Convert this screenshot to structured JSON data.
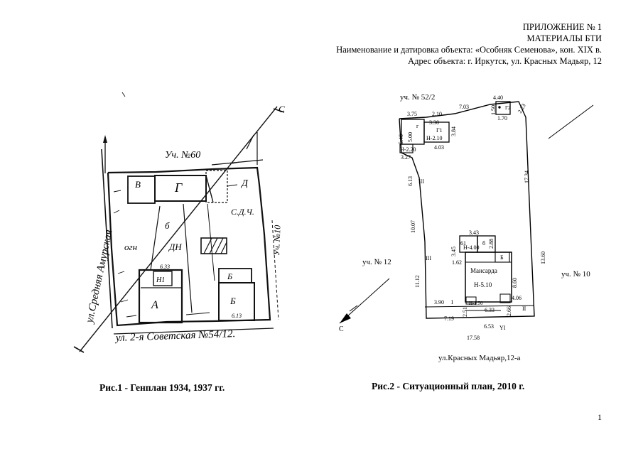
{
  "header": {
    "line1": "ПРИЛОЖЕНИЕ № 1",
    "line2": "МАТЕРИАЛЫ БТИ",
    "line3": "Наименование и датировка объекта: «Особняк Семенова», кон. XIX в.",
    "line4": "Адрес объекта: г. Иркутск, ул. Красных Мадьяр, 12"
  },
  "fig1": {
    "caption": "Рис.1 - Генплан 1934, 1937 гг.",
    "labels": {
      "top_plot": "Уч. №60",
      "street_left": "ул.Средняя Амурская",
      "street_bottom": "ул. 2-я Советская №54/12.",
      "plot_right": "Уч. №10",
      "v": "В",
      "g": "Г",
      "d": "Д",
      "b_small": "б",
      "ogn": "огн",
      "dn": "ДН",
      "sad": "С.Д.Ч.",
      "a": "А",
      "h1": "Н1",
      "b_upper": "Б",
      "b_lower": "Б",
      "dim_top": "6.33",
      "dim_bottom": "6.13",
      "north": "С"
    }
  },
  "fig2": {
    "caption": "Рис.2 - Ситуационный план, 2010 г.",
    "labels": {
      "plot_top": "уч. № 52/2",
      "plot_left": "уч. № 12",
      "plot_right": "уч. № 10",
      "street_bottom": "ул.Красных Мадьяр,12-а",
      "north": "С",
      "mansard": "Мансарда",
      "h510": "Н-5.10",
      "h400": "Н-4.00",
      "h210": "Н-2.10",
      "h220": "Н-2.20",
      "h150": "Н-1.50",
      "g": "г",
      "g1": "Г1",
      "g2": "Г2",
      "b_small": "б",
      "b_big": "Б",
      "roman_iii_a": "III",
      "roman_iii_b": "III",
      "roman_i": "I",
      "roman_ii": "II",
      "roman_vi": "YI",
      "d440": "4.40",
      "d703": "7.03",
      "d375": "3.75",
      "d210": "2.10",
      "d330": "3.30",
      "d150": "1.50",
      "d170": "1.70",
      "d500": "5.00",
      "d384": "3.84",
      "d540": "5.40",
      "d403": "4.03",
      "d327": "3.27",
      "d613": "6.13",
      "d1734": "17.34",
      "d1007": "10.07",
      "d343": "3.43",
      "d345": "3.45",
      "d61": "61",
      "d288": "2.88",
      "d162": "1.62",
      "d860": "8.60",
      "d1360": "13.60",
      "d1112": "11.12",
      "d390": "3.90",
      "d406": "4.06",
      "d633": "6.33",
      "d251": "2.51",
      "d266": "2.66",
      "d719": "7.19",
      "d653": "6.53",
      "d1758": "17.58",
      "d223": "2.23"
    }
  },
  "page_number": "1"
}
